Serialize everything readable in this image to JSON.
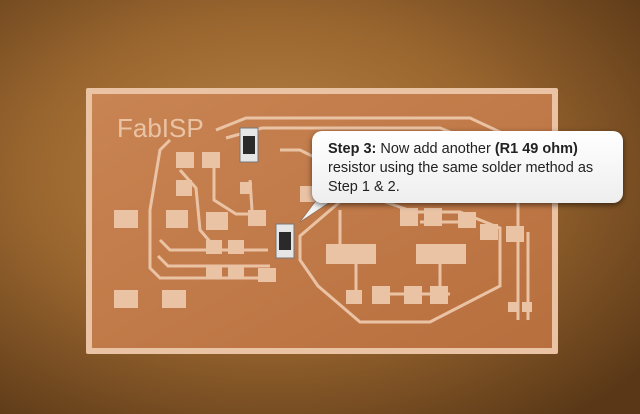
{
  "board": {
    "label": "FabISP"
  },
  "callout": {
    "step_label": "Step 3:",
    "text_before": " Now add another ",
    "highlight": "(R1 49 ohm)",
    "text_after": " resistor using the same solder method as Step 1 & 2."
  },
  "colors": {
    "board": "#c77a47",
    "copper": "#e9c2a3",
    "background": "#93612d",
    "callout_bg": "#ffffff"
  }
}
